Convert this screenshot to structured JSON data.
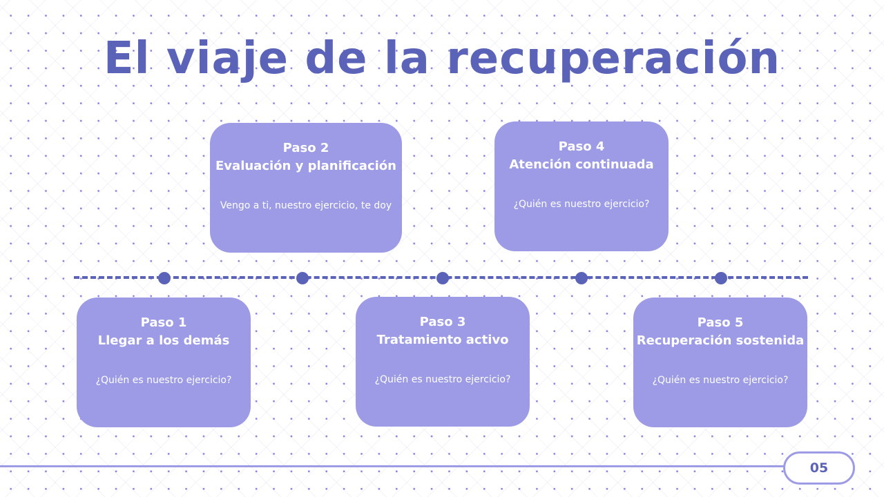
{
  "title": "El viaje de la recuperación",
  "steps": [
    {
      "step": "Paso 1",
      "name": "Llegar a los demás",
      "desc": "¿Quién es nuestro ejercicio?"
    },
    {
      "step": "Paso 2",
      "name": "Evaluación y planificación",
      "desc": "Vengo a ti, nuestro ejercicio, te doy"
    },
    {
      "step": "Paso 3",
      "name": "Tratamiento activo",
      "desc": "¿Quién es nuestro ejercicio?"
    },
    {
      "step": "Paso 4",
      "name": "Atención continuada",
      "desc": "¿Quién es nuestro ejercicio?"
    },
    {
      "step": "Paso 5",
      "name": "Recuperación sostenida",
      "desc": "¿Quién es nuestro ejercicio?"
    }
  ],
  "page_number": "05",
  "colors": {
    "accent": "#5a63b8",
    "card": "#9d9be6",
    "text_on_card": "#ffffff"
  }
}
